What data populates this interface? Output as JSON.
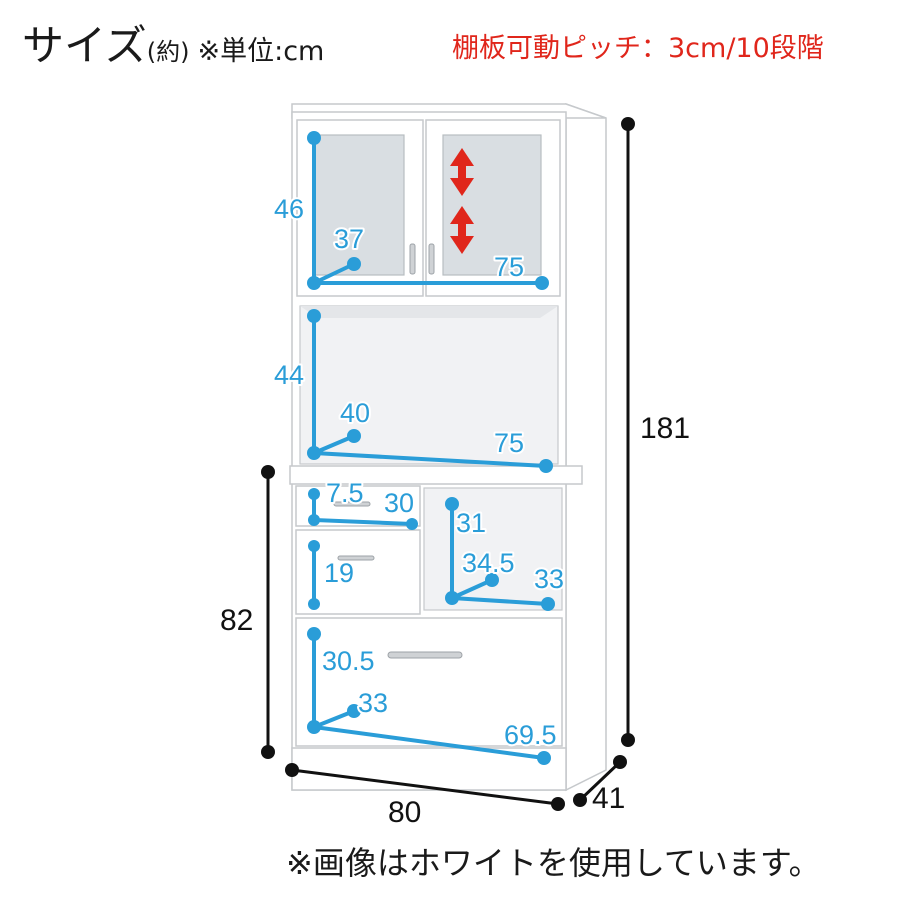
{
  "header": {
    "title": "サイズ",
    "approx": "(約)",
    "unit": "※単位:cm"
  },
  "pitch_note": "棚板可動ピッチ：3cm/10段階",
  "dimensions": {
    "total_height": "181",
    "lower_height": "82",
    "width": "80",
    "depth": "41",
    "upper_cabinet": {
      "height": "46",
      "depth": "37",
      "width": "75"
    },
    "open_shelf": {
      "height": "44",
      "depth": "40",
      "width": "75"
    },
    "small_drawer": {
      "height": "7.5",
      "width": "30"
    },
    "middle_drawer": {
      "height": "19"
    },
    "open_niche": {
      "height": "31",
      "depth": "34.5",
      "width": "33"
    },
    "bottom_drawer": {
      "height": "30.5",
      "depth": "33",
      "width": "69.5"
    }
  },
  "colors": {
    "dimension_blue": "#2a9dd8",
    "note_red": "#e0261b",
    "arrow_red": "#e0261b",
    "text_black": "#1a1a1a"
  },
  "footer_note": "※画像はホワイトを使用しています。"
}
